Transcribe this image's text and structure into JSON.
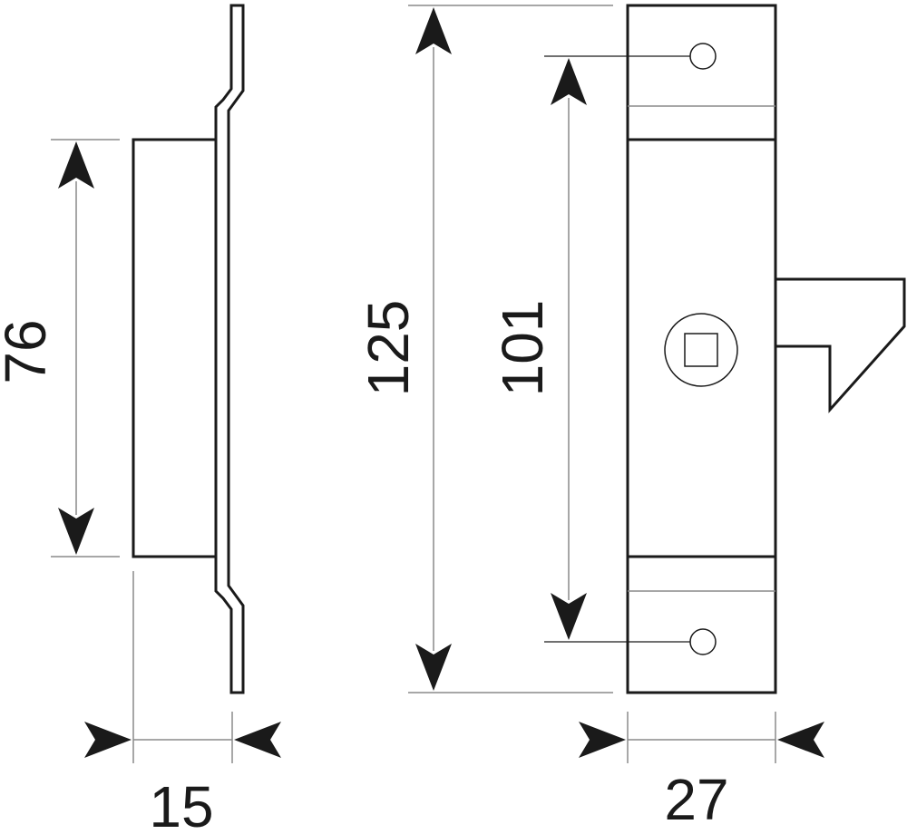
{
  "drawing": {
    "side_view": {
      "height_label": "76",
      "depth_label": "15"
    },
    "front_view": {
      "overall_height_label": "125",
      "hole_spacing_label": "101",
      "width_label": "27"
    }
  }
}
